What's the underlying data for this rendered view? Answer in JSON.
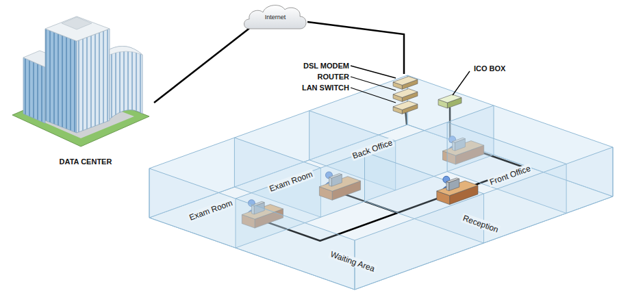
{
  "diagram": {
    "nodes": [
      {
        "text": [
          "DATA CENTER"
        ]
      },
      {
        "text": [
          "Internet"
        ]
      }
    ],
    "edges": [
      {
        "from": 0,
        "to": 1,
        "arrow": "none"
      }
    ],
    "labels": [
      "DSL MODEM",
      "ROUTER",
      "LAN SWITCH",
      "ICO BOX",
      "Back Office",
      "Exam Room",
      "Exam Room",
      "Reception",
      "Front Office",
      "Waiting Area"
    ]
  }
}
